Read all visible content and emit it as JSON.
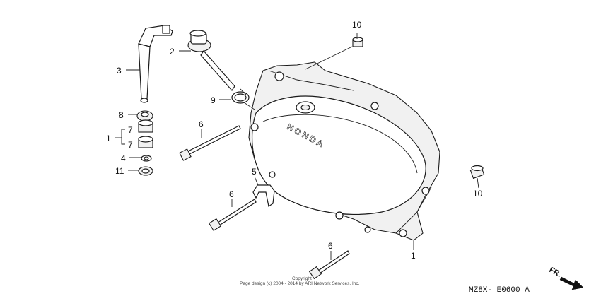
{
  "labels": {
    "l1a": "1",
    "l1b": "1",
    "l2": "2",
    "l3": "3",
    "l4": "4",
    "l5": "5",
    "l6a": "6",
    "l6b": "6",
    "l6c": "6",
    "l7a": "7",
    "l7b": "7",
    "l8": "8",
    "l9": "9",
    "l10a": "10",
    "l10b": "10",
    "l11": "11"
  },
  "cover_logo": "HONDA",
  "copyright_line1": "Copyright",
  "copyright_line2": "Page design (c) 2004 - 2014 by ARI Network Services, Inc.",
  "diagram_code": "MZ8X- E0600 A",
  "direction_label": "FR."
}
